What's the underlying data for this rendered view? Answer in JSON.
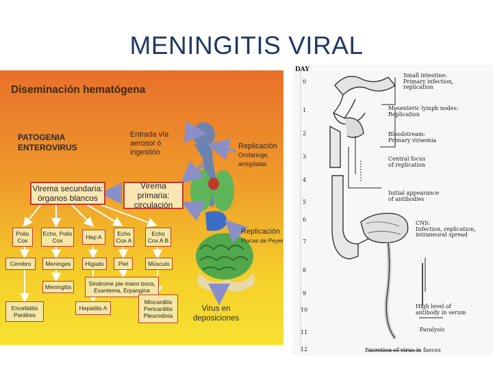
{
  "title": "MENINGITIS VIRAL",
  "left_panel": {
    "heading": "Diseminación hematógena",
    "subheading_line1": "PATOGENIA",
    "subheading_line2": "ENTEROVIRUS",
    "entrada_line1": "Entrada vía",
    "entrada_line2": "aerosol ó",
    "entrada_line3": "ingestión",
    "replicacion_top": "Replicación",
    "replicacion_top_sub1": "Orofaringe,",
    "replicacion_top_sub2": "amígdalas",
    "replicacion_bottom": "Replicación",
    "replicacion_bottom_sub": "Placas de Peyer",
    "virus_line1": "Virus en",
    "virus_line2": "deposiciones",
    "virema_secundaria_line1": "Virema secundaria:",
    "virema_secundaria_line2": "órganos blancos",
    "virema_primaria_line1": "Virema primaria:",
    "virema_primaria_line2": "circulación",
    "boxes": {
      "polio_cox": "Polio Cox",
      "echo_polio_cox": "Echo, Polio Cox",
      "hep_a": "Hep A",
      "echo_cox_a": "Echo Cox A",
      "echo_cox_ab": "Echo Cox A B",
      "cerebro": "Cerebro",
      "meninges": "Meninges",
      "higado": "Hígado",
      "piel": "Piel",
      "musculo": "Músculo",
      "meningitis": "Meningitis",
      "sindrome": "Síndrome pie mano boca, Exantema, Erpangina",
      "encefalitis": "Encefalitis Parálisis",
      "hepatitis": "Hepatitis A",
      "miocarditis": "Miocarditis Pericarditis Pleurodinia"
    }
  },
  "right_panel": {
    "day_header": "DAY",
    "days": [
      "0",
      "1",
      "2",
      "3",
      "4",
      "5",
      "6",
      "7",
      "8",
      "9",
      "10",
      "11",
      "12"
    ],
    "labels": {
      "small_intestine_1": "Small intestine:",
      "small_intestine_2": "Primary infection,",
      "small_intestine_3": "replication",
      "mesenteric_1": "Mesenteric lymph nodes:",
      "mesenteric_2": "Replication",
      "bloodstream_1": "Bloodstream:",
      "bloodstream_2": "Primary viraemia",
      "central_1": "Central focus",
      "central_2": "of replication",
      "initial_1": "Initial appearance",
      "initial_2": "of antibodies",
      "cns_1": "CNS:",
      "cns_2": "Infection, replication,",
      "cns_3": "intraneural spread",
      "high_1": "High level of",
      "high_2": "antibody in serum",
      "paralysis": "Paralysis",
      "excretion": "Excretion of virus in faeces"
    }
  },
  "colors": {
    "title": "#1f3864",
    "box_border": "#c0392b",
    "box_fill": "#f6e7a4",
    "arrow": "#8a8fc8"
  }
}
